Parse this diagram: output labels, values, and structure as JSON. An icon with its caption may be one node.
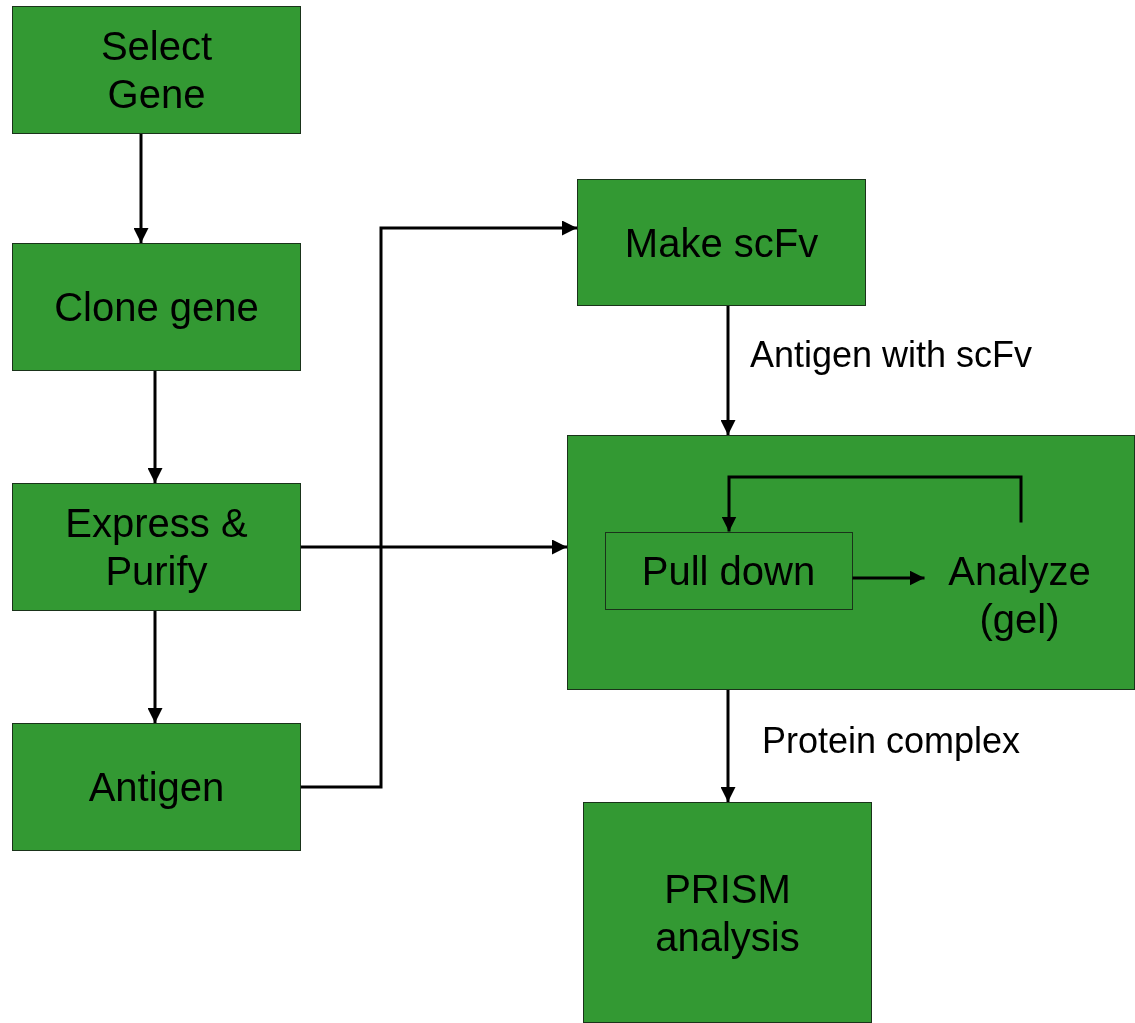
{
  "diagram": {
    "nodes": [
      {
        "text": [
          "Select Gene"
        ]
      },
      {
        "text": [
          "Clone gene"
        ]
      },
      {
        "text": [
          "Express & Purify"
        ]
      },
      {
        "text": [
          "Antigen"
        ]
      },
      {
        "text": [
          "Make scFv"
        ]
      },
      {
        "text": [],
        "shape": "box"
      },
      {
        "text": [
          "Pull down"
        ],
        "in": 5
      },
      {
        "text": [
          "Analyze (gel)"
        ],
        "in": 5
      },
      {
        "text": [
          "PRISM analysis"
        ]
      }
    ],
    "edges": [
      {
        "from": 0,
        "to": 1,
        "arrow": "to"
      },
      {
        "from": 1,
        "to": 2,
        "arrow": "to"
      },
      {
        "from": 2,
        "to": 3,
        "arrow": "to"
      },
      {
        "from": 3,
        "to": 4,
        "arrow": "to"
      },
      {
        "from": 2,
        "to": 5,
        "arrow": "to"
      },
      {
        "from": 4,
        "to": 5,
        "arrow": "to",
        "label": "Antigen with scFv"
      },
      {
        "from": 6,
        "to": 7,
        "arrow": "to"
      },
      {
        "from": 7,
        "to": 6,
        "arrow": "to"
      },
      {
        "from": 5,
        "to": 8,
        "arrow": "to",
        "label": "Protein complex"
      }
    ]
  }
}
